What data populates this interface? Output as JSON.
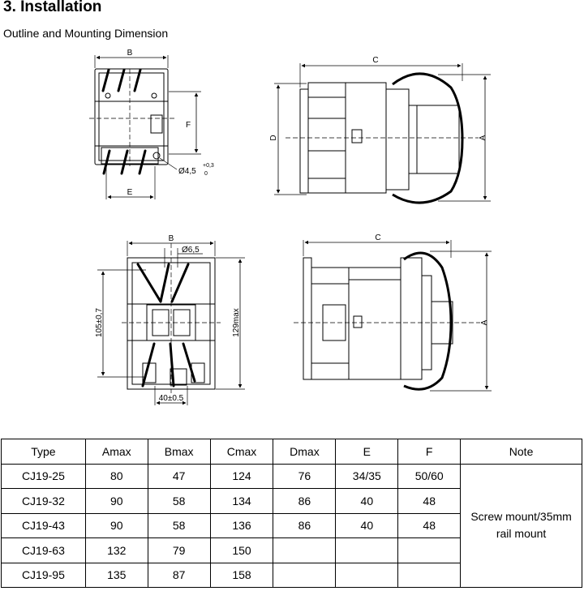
{
  "heading": "3. Installation",
  "subheading": "Outline and Mounting Dimension",
  "drawing_labels": {
    "top_left": {
      "b": "B",
      "f": "F",
      "hole": "Ø4,5",
      "tol_upper": "+0,3",
      "tol_lower": "0",
      "e": "E"
    },
    "top_right": {
      "c": "C",
      "d": "D",
      "a": "A"
    },
    "bottom_left": {
      "b": "B",
      "hole": "Ø6,5",
      "height": "105±0,7",
      "max_height": "129max",
      "width": "40±0.5"
    },
    "bottom_right": {
      "c": "C",
      "a": "A"
    }
  },
  "table": {
    "headers": [
      "Type",
      "Amax",
      "Bmax",
      "Cmax",
      "Dmax",
      "E",
      "F",
      "Note"
    ],
    "rows": [
      [
        "CJ19-25",
        "80",
        "47",
        "124",
        "76",
        "34/35",
        "50/60"
      ],
      [
        "CJ19-32",
        "90",
        "58",
        "134",
        "86",
        "40",
        "48"
      ],
      [
        "CJ19-43",
        "90",
        "58",
        "136",
        "86",
        "40",
        "48"
      ],
      [
        "CJ19-63",
        "132",
        "79",
        "150",
        "",
        "",
        ""
      ],
      [
        "CJ19-95",
        "135",
        "87",
        "158",
        "",
        "",
        ""
      ]
    ],
    "note_line1": "Screw mount/35mm",
    "note_line2": "rail mount"
  }
}
